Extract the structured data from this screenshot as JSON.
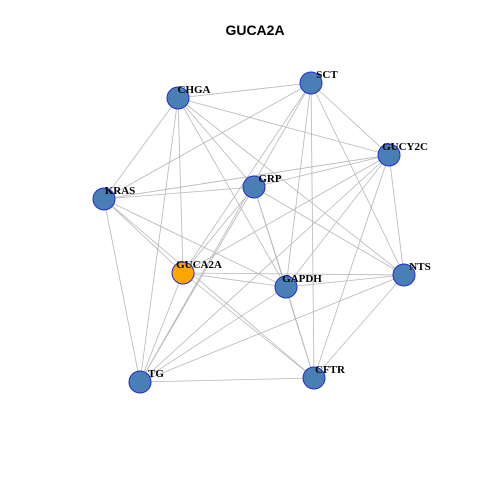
{
  "title": "GUCA2A",
  "colors": {
    "background": "#ffffff",
    "edge": "#b8b8b8",
    "node_fill": "#4a7fb5",
    "node_border": "#1f2fd0",
    "highlight_fill": "#ffa500"
  },
  "nodes": [
    {
      "id": "SCT",
      "label": "SCT",
      "highlight": false
    },
    {
      "id": "CHGA",
      "label": "CHGA",
      "highlight": false
    },
    {
      "id": "GUCY2C",
      "label": "GUCY2C",
      "highlight": false
    },
    {
      "id": "GRP",
      "label": "GRP",
      "highlight": false
    },
    {
      "id": "KRAS",
      "label": "KRAS",
      "highlight": false
    },
    {
      "id": "GUCA2A",
      "label": "GUCA2A",
      "highlight": true
    },
    {
      "id": "NTS",
      "label": "NTS",
      "highlight": false
    },
    {
      "id": "GAPDH",
      "label": "GAPDH",
      "highlight": false
    },
    {
      "id": "TG",
      "label": "TG",
      "highlight": false
    },
    {
      "id": "CFTR",
      "label": "CFTR",
      "highlight": false
    }
  ],
  "edges": [
    [
      "CHGA",
      "SCT"
    ],
    [
      "CHGA",
      "GUCY2C"
    ],
    [
      "CHGA",
      "KRAS"
    ],
    [
      "CHGA",
      "TG"
    ],
    [
      "CHGA",
      "GUCA2A"
    ],
    [
      "CHGA",
      "GAPDH"
    ],
    [
      "CHGA",
      "NTS"
    ],
    [
      "CHGA",
      "GRP"
    ],
    [
      "SCT",
      "KRAS"
    ],
    [
      "SCT",
      "GUCY2C"
    ],
    [
      "SCT",
      "GAPDH"
    ],
    [
      "SCT",
      "NTS"
    ],
    [
      "SCT",
      "CFTR"
    ],
    [
      "SCT",
      "GUCA2A"
    ],
    [
      "SCT",
      "TG"
    ],
    [
      "GUCY2C",
      "GRP"
    ],
    [
      "GUCY2C",
      "NTS"
    ],
    [
      "GUCY2C",
      "GAPDH"
    ],
    [
      "GUCY2C",
      "GUCA2A"
    ],
    [
      "GUCY2C",
      "CFTR"
    ],
    [
      "GUCY2C",
      "KRAS"
    ],
    [
      "GUCY2C",
      "TG"
    ],
    [
      "KRAS",
      "GRP"
    ],
    [
      "KRAS",
      "GUCA2A"
    ],
    [
      "KRAS",
      "TG"
    ],
    [
      "KRAS",
      "CFTR"
    ],
    [
      "KRAS",
      "GAPDH"
    ],
    [
      "GRP",
      "GAPDH"
    ],
    [
      "GRP",
      "NTS"
    ],
    [
      "GRP",
      "CFTR"
    ],
    [
      "GRP",
      "GUCA2A"
    ],
    [
      "GRP",
      "TG"
    ],
    [
      "GUCA2A",
      "GAPDH"
    ],
    [
      "GUCA2A",
      "NTS"
    ],
    [
      "GUCA2A",
      "CFTR"
    ],
    [
      "GUCA2A",
      "TG"
    ],
    [
      "GAPDH",
      "NTS"
    ],
    [
      "GAPDH",
      "TG"
    ],
    [
      "GAPDH",
      "CFTR"
    ],
    [
      "NTS",
      "TG"
    ],
    [
      "NTS",
      "CFTR"
    ],
    [
      "TG",
      "CFTR"
    ]
  ]
}
